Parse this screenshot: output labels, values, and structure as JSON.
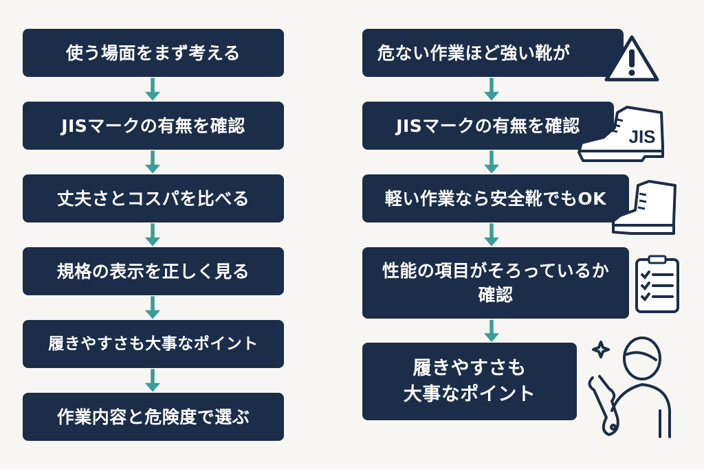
{
  "left_flow": [
    "使う場面をまず考える",
    "JISマークの有無を確認",
    "丈夫さとコスパを比べる",
    "規格の表示を正しく見る",
    "履きやすさも大事なポイント",
    "作業内容と危険度で選ぶ"
  ],
  "right_flow": [
    "危ない作業ほど強い靴が",
    "JISマークの有無を確認",
    "軽い作業なら安全靴でもOK",
    "性能の項目がそろっているか\n確認",
    "履きやすさも\n大事なポイント"
  ],
  "icons": {
    "warning": "warning-triangle-icon",
    "jis_boot": "jis-boot-icon",
    "jis_label": "JIS",
    "boot": "boot-icon",
    "checklist": "clipboard-checklist-icon",
    "worker": "worker-with-wrench-icon"
  },
  "colors": {
    "box": "#1b2d48",
    "arrow": "#3a9e96",
    "background": "#f8f6f3"
  }
}
